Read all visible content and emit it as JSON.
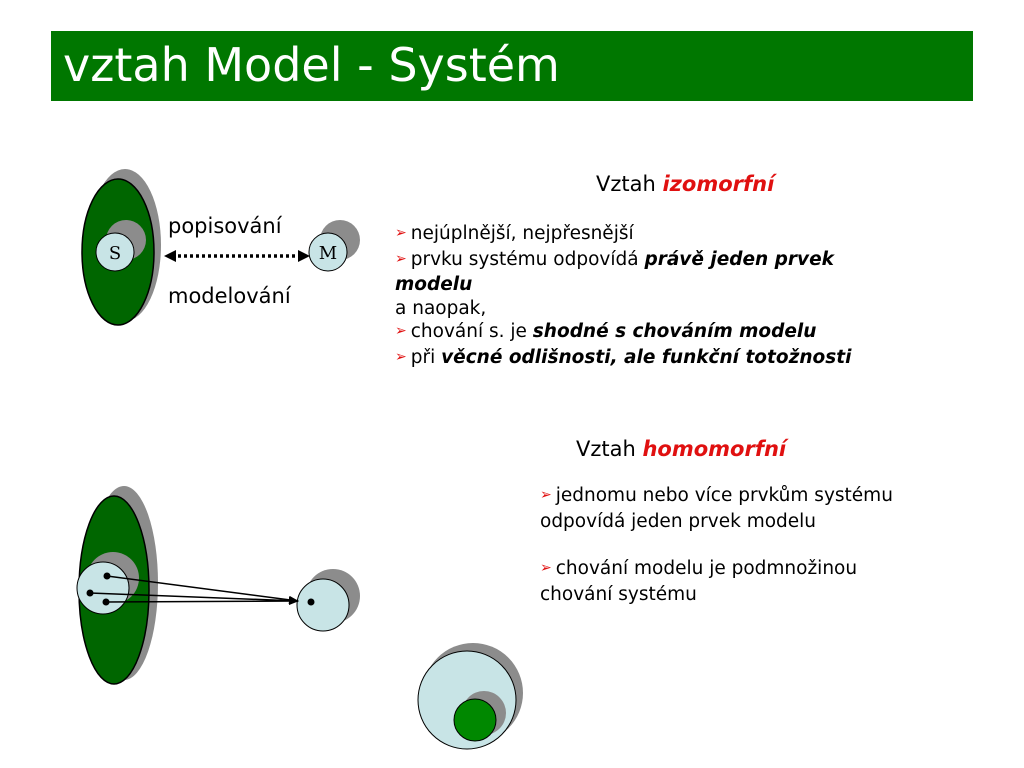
{
  "title": "vztah Model - Systém",
  "colors": {
    "title_bg": "#007700",
    "ellipse_green": "#006600",
    "shadow_gray": "#8c8c8c",
    "circle_blue": "#c8e4e6",
    "accent_red": "#e01010"
  },
  "diagram1": {
    "label_top": "popisování",
    "label_bottom": "modelování",
    "node_system": "S",
    "node_model": "M"
  },
  "izomorfni": {
    "heading_prefix": "Vztah ",
    "heading_emph": "izomorfní",
    "item1": "nejúplnější, nejpřesnější",
    "item2_prefix": "prvku systému odpovídá ",
    "item2_emph_a": "právě jeden prvek",
    "item2_emph_b": "modelu",
    "item2_cont": "a naopak,",
    "item3_prefix": "chování s. je ",
    "item3_emph": "shodné s chováním modelu",
    "item4_prefix": "při ",
    "item4_emph": "věcné odlišnosti, ale funkční totožnosti"
  },
  "homomorfni": {
    "heading_prefix": "Vztah ",
    "heading_emph": "homomorfní",
    "item1_a": "jednomu nebo více prvkům systému",
    "item1_b": "odpovídá jeden prvek modelu",
    "item2_a": "chování modelu je podmnožinou",
    "item2_b": "chování systému"
  },
  "icons": {
    "bullet": "arrowhead-bullet-icon",
    "arrow_glyph": "➢"
  }
}
